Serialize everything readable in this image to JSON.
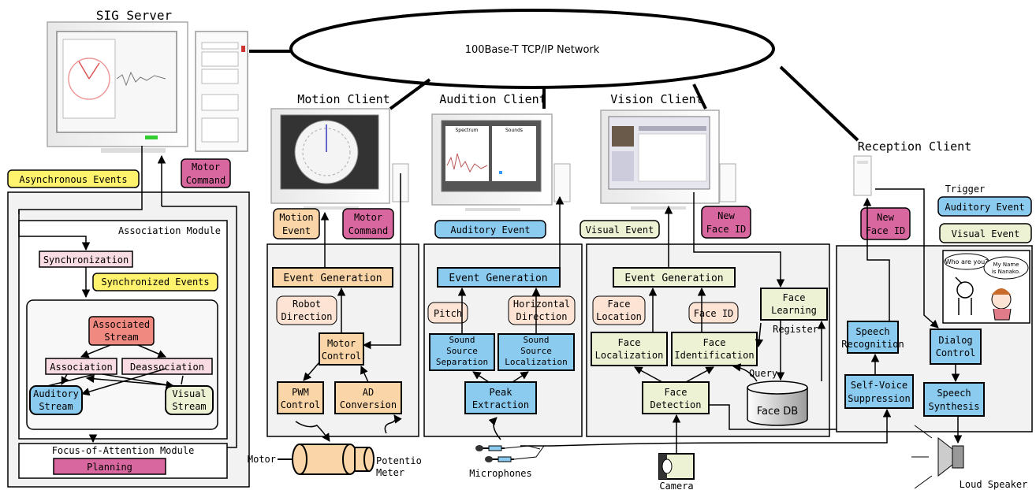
{
  "network": {
    "label": "100Base-T TCP/IP Network"
  },
  "server": {
    "title": "SIG Server",
    "async_events": "Asynchronous Events",
    "motor_command": [
      "Motor",
      "Command"
    ],
    "association_module": "Association Module",
    "synchronization": "Synchronization",
    "synchronized_events": "Synchronized Events",
    "associated_stream": [
      "Associated",
      "Stream"
    ],
    "association": "Association",
    "deassociation": "Deassociation",
    "auditory_stream": [
      "Auditory",
      "Stream"
    ],
    "visual_stream": [
      "Visual",
      "Stream"
    ],
    "foa_module": "Focus-of-Attention Module",
    "planning": "Planning"
  },
  "motion": {
    "title": "Motion Client",
    "motion_event": [
      "Motion",
      "Event"
    ],
    "motor_command": [
      "Motor",
      "Command"
    ],
    "event_generation": "Event Generation",
    "robot_direction": [
      "Robot",
      "Direction"
    ],
    "motor_control": [
      "Motor",
      "Control"
    ],
    "pwm_control": [
      "PWM",
      "Control"
    ],
    "ad_conversion": [
      "AD",
      "Conversion"
    ],
    "motor": "Motor",
    "potentio": [
      "Potentio",
      "Meter"
    ]
  },
  "audition": {
    "title": "Audition Client",
    "screen_tabs": [
      "Spectrum",
      "Sounds"
    ],
    "auditory_event": "Auditory Event",
    "event_generation": "Event Generation",
    "pitch": "Pitch",
    "horizontal_direction": [
      "Horizontal",
      "Direction"
    ],
    "sound_separation": [
      "Sound",
      "Source",
      "Separation"
    ],
    "sound_localization": [
      "Sound",
      "Source",
      "Localization"
    ],
    "peak_extraction": [
      "Peak",
      "Extraction"
    ],
    "microphones": "Microphones"
  },
  "vision": {
    "title": "Vision Client",
    "visual_event": "Visual Event",
    "new_face_id": [
      "New",
      "Face ID"
    ],
    "event_generation": "Event Generation",
    "face_learning": [
      "Face",
      "Learning"
    ],
    "face_location": [
      "Face",
      "Location"
    ],
    "face_id": "Face ID",
    "register": "Register",
    "face_localization": [
      "Face",
      "Localization"
    ],
    "face_identification": [
      "Face",
      "Identification"
    ],
    "query": "Query",
    "face_detection": [
      "Face",
      "Detection"
    ],
    "face_db": "Face DB",
    "camera": "Camera"
  },
  "reception": {
    "title": "Reception Client",
    "new_face_id": [
      "New",
      "Face ID"
    ],
    "trigger": "Trigger",
    "auditory_event": "Auditory Event",
    "visual_event": "Visual Event",
    "bubble_left": "Who are you?",
    "bubble_right": [
      "My Name",
      "is Nanako."
    ],
    "speech_recognition": [
      "Speech",
      "Recognition"
    ],
    "dialog_control": [
      "Dialog",
      "Control"
    ],
    "self_voice": [
      "Self-Voice",
      "Suppression"
    ],
    "speech_synthesis": [
      "Speech",
      "Synthesis"
    ],
    "loud_speaker": "Loud Speaker"
  },
  "colors": {
    "orange": "#f9d5a7",
    "pink_magenta": "#d9679f",
    "yellow": "#fff36e",
    "blue": "#8ccbf0",
    "light_green": "#eef2d4",
    "light_pink": "#f9dbe3",
    "red_stream": "#f08a80",
    "peach": "#fde3d4",
    "panel_gray": "#f2f2f2"
  }
}
